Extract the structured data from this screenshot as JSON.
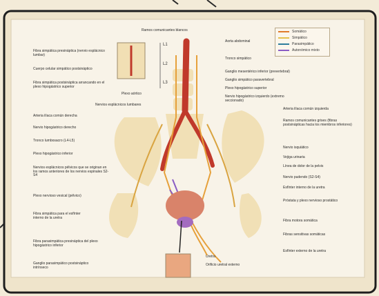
{
  "colors": {
    "desk": "#f3ebd8",
    "frame": "#efe4cb",
    "poster": "#f8f3e8",
    "bone": "#f1dfb4",
    "artery": "#c0392b",
    "somatic_nerve": "#e6a03a",
    "sympathetic": "#d9a441",
    "parasympathetic": "#3f7fa8",
    "autonomic_mixed": "#8a5cc4",
    "bladder": "#d9836a"
  },
  "legend": [
    {
      "label": "Somático",
      "color": "#e07b2a"
    },
    {
      "label": "Simpático",
      "color": "#e6c04a"
    },
    {
      "label": "Parasimpático",
      "color": "#2e7d9c"
    },
    {
      "label": "Autonómico mixto",
      "color": "#8a5cc4"
    }
  ],
  "levels": [
    "L1",
    "L2",
    "L3"
  ],
  "labels": {
    "top": "Ramos comunicantes blancos",
    "left": [
      "Fibra simpática presináptica (nervio esplácnico lumbar)",
      "Cuerpo celular simpático postsináptico",
      "Fibra simpática postsináptica arrancando en el plexo hipogástrico superior",
      "Arteria ilíaca común derecha",
      "Nervio hipogástrico derecho",
      "Tronco lumbosacro (L4-L5)",
      "Plexo hipogástrico inferior",
      "Nervios esplácnicos pélvicos que se originan en los ramos anteriores de los nervios espinales S2-S4",
      "Plexo nervioso vesical (pélvico)",
      "Fibra simpática para el esfínter interno de la uretra",
      "Fibra parasimpática presináptica del plexo hipogástrico inferior",
      "Ganglio parasimpático postsináptico intrínseco"
    ],
    "center": [
      "Plexo aórtico",
      "Nervios esplácnicos lumbares"
    ],
    "right": [
      "Aorta abdominal",
      "Tronco simpático",
      "Ganglio mesentérico inferior (prevertebral)",
      "Ganglio simpático paravertebral",
      "Plexo hipogástrico superior",
      "Nervio hipogástrico izquierdo (extremo seccionado)",
      "Arteria ilíaca común izquierda",
      "Ramos comunicantes grises (fibras postsinápticas hacia los miembros inferiores)",
      "Nervio isquiático",
      "Vejiga urinaria",
      "Línea de dolor de la pelvis",
      "Nervio pudendo (S2-S4)",
      "Esfínter interno de la uretra",
      "Próstata y plexo nervioso prostático",
      "Fibra motora somática",
      "Fibras sensitivas somáticas",
      "Esfínter externo de la uretra"
    ],
    "bottom": [
      "Uretra",
      "Orificio uretral externo"
    ]
  }
}
